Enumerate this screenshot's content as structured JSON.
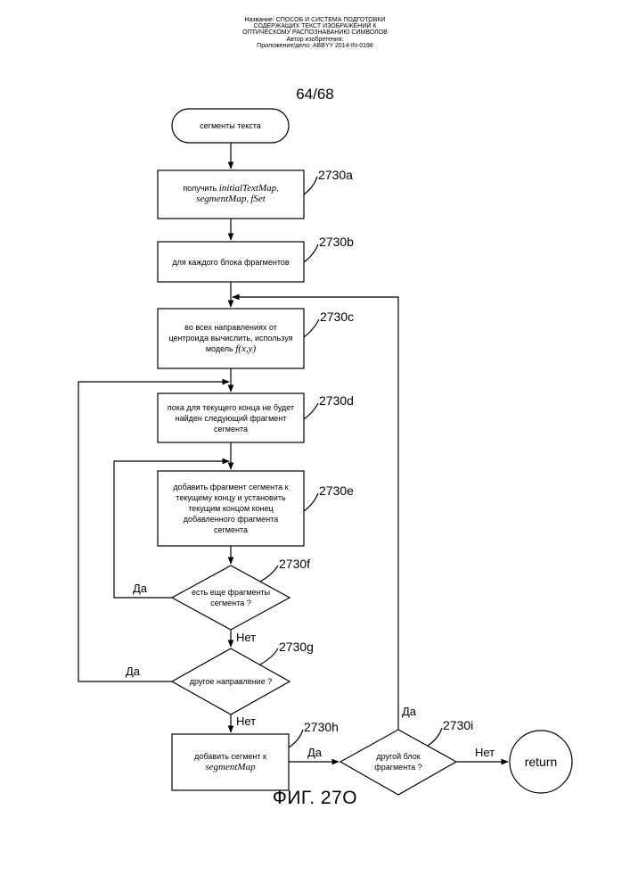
{
  "header": {
    "line1": "Название: СПОСОБ И СИСТЕМА ПОДГОТОВКИ",
    "line2": "СОДЕРЖАЩИХ ТЕКСТ ИЗОБРАЖЕНИЙ К",
    "line3": "ОПТИЧЕСКОМУ РАСПОЗНАВАНИЮ СИМВОЛОВ",
    "line4": "Автор изобретения:",
    "line5": "Приложение/дело: ABBYY 2014-IN-0198"
  },
  "page_number": "64/68",
  "nodes": {
    "start": "сегменты текста",
    "s2730a_prefix": "получить ",
    "s2730a_var1": "initialTextMap",
    "s2730a_sep": ",",
    "s2730a_var2": "segmentMap",
    "s2730a_sep2": ", ",
    "s2730a_var3": "fSet",
    "s2730b": "для каждого блока фрагментов",
    "s2730c_line1": "во всех направлениях от",
    "s2730c_line2": "центроида вычислить, используя",
    "s2730c_line3": "модель ",
    "s2730c_func": "f(x,y)",
    "s2730d_line1": "пока для текущего конца не будет",
    "s2730d_line2": "найден следующий фрагмент",
    "s2730d_line3": "сегмента",
    "s2730e_line1": "добавить фрагмент сегмента к",
    "s2730e_line2": "текущему концу и установить",
    "s2730e_line3": "текущим концом конец",
    "s2730e_line4": "добавленного фрагмента",
    "s2730e_line5": "сегмента",
    "s2730f_line1": "есть еще фрагменты",
    "s2730f_line2": "сегмента ?",
    "s2730g": "другое направление ?",
    "s2730h_line1": "добавить сегмент к",
    "s2730h_var": "segmentMap",
    "s2730i_line1": "другой блок",
    "s2730i_line2": "фрагмента ?",
    "end": "return"
  },
  "refs": {
    "a": "2730a",
    "b": "2730b",
    "c": "2730c",
    "d": "2730d",
    "e": "2730e",
    "f": "2730f",
    "g": "2730g",
    "h": "2730h",
    "i": "2730i"
  },
  "branch_labels": {
    "f_yes": "Да",
    "f_no": "Нет",
    "g_yes": "Да",
    "g_no": "Нет",
    "h_to_i": "Да",
    "i_yes": "Да",
    "i_no": "Нет"
  },
  "figure_caption": "ФИГ. 27О"
}
